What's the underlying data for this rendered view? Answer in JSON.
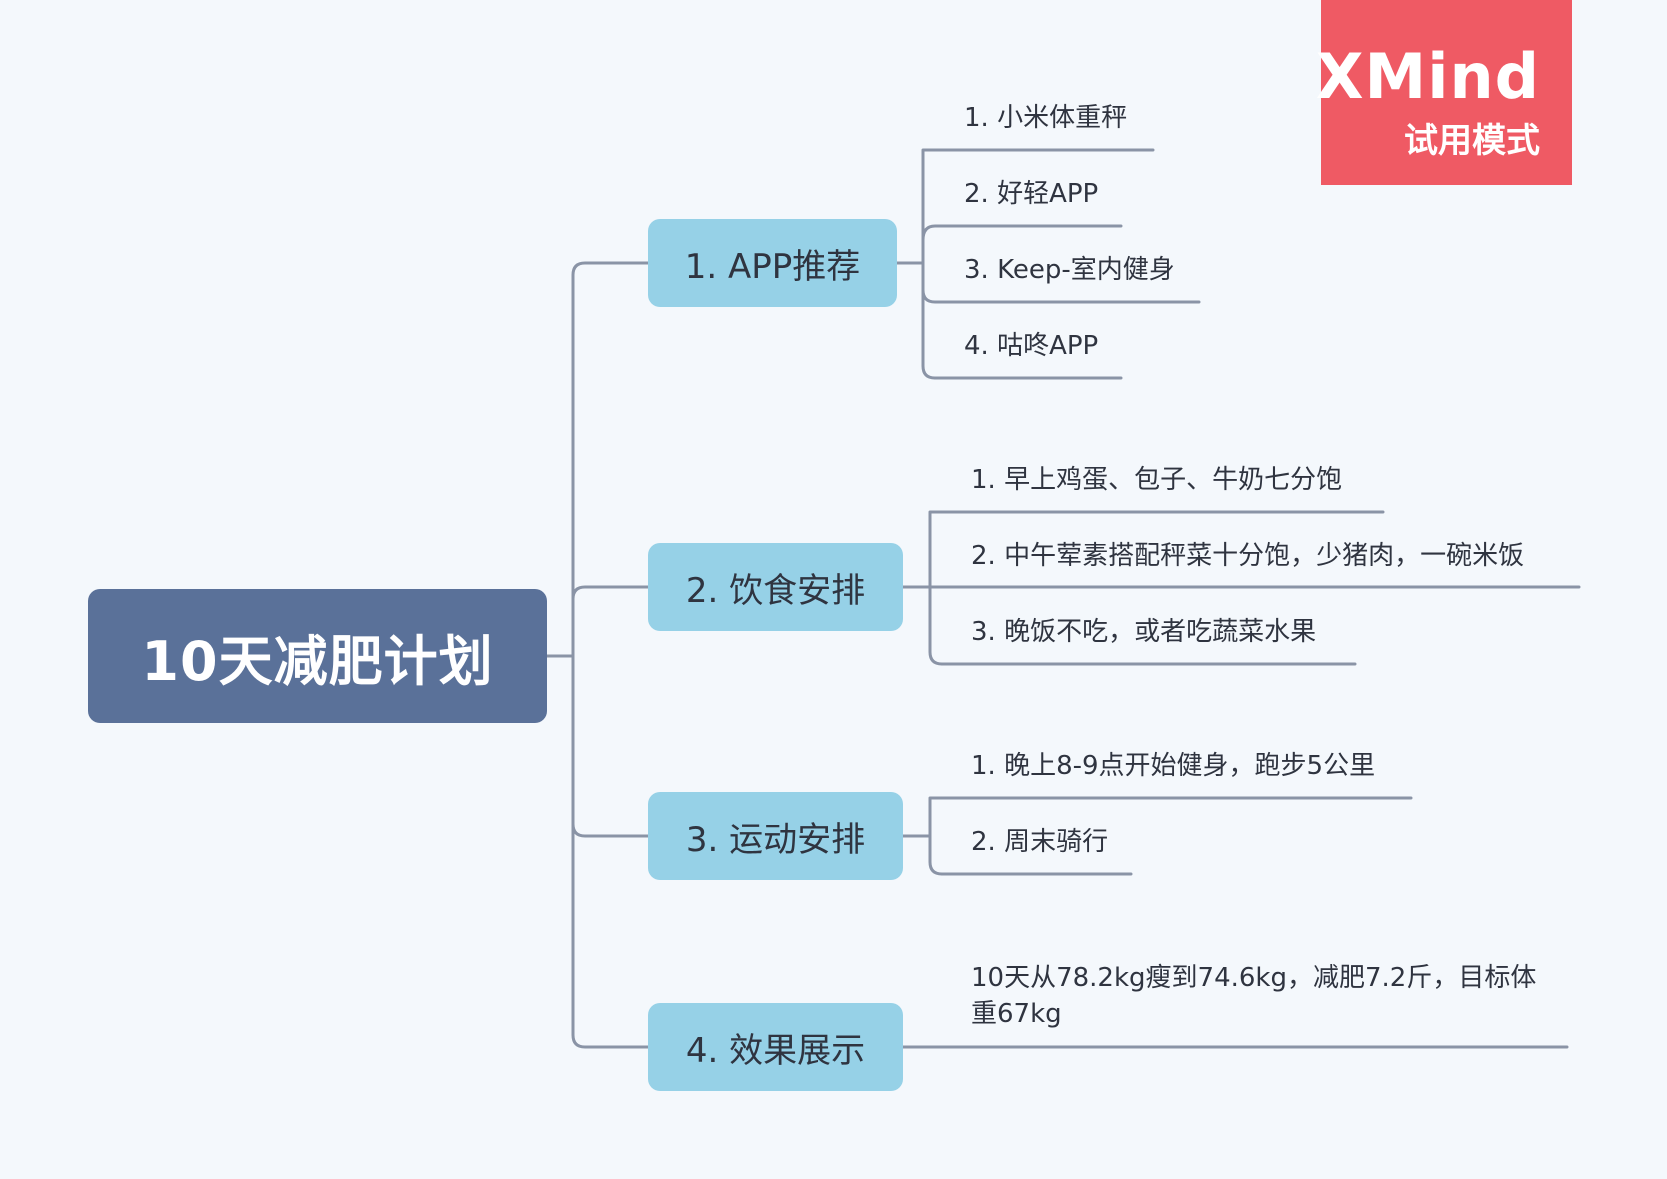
{
  "mindmap": {
    "root": "10天减肥计划",
    "branches": [
      {
        "label": "1. APP推荐",
        "children": [
          "1. 小米体重秤",
          "2. 好轻APP",
          "3. Keep-室内健身",
          "4. 咕咚APP"
        ]
      },
      {
        "label": "2. 饮食安排",
        "children": [
          "1. 早上鸡蛋、包子、牛奶七分饱",
          "2. 中午荤素搭配秤菜十分饱，少猪肉，一碗米饭",
          "3. 晚饭不吃，或者吃蔬菜水果"
        ]
      },
      {
        "label": "3. 运动安排",
        "children": [
          "1. 晚上8-9点开始健身，跑步5公里",
          "2. 周末骑行"
        ]
      },
      {
        "label": "4. 效果展示",
        "children": [
          "10天从78.2kg瘦到74.6kg，减肥7.2斤，目标体重67kg"
        ]
      }
    ]
  },
  "watermark": {
    "title": "XMind",
    "subtitle": "试用模式"
  },
  "colors": {
    "background": "#f4f8fc",
    "root_fill": "#5a7199",
    "branch_fill": "#96d1e7",
    "connector": "#8a94a6",
    "watermark_fill": "#ef5a64"
  }
}
